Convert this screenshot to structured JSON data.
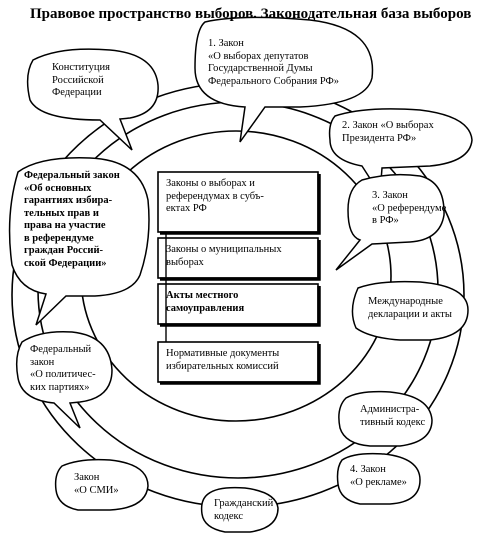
{
  "title": "Правовое пространство выборов. Законодательная база выборов",
  "callouts": {
    "constitution": "Конституция\nРоссийской\nФедерации",
    "law_president_duma": "1. Закон\n«О выборах депутатов\nГосударственной Думы\nФедерального Собрания РФ»",
    "law_president": "2. Закон «О выборах\nПрезидента РФ»",
    "law_referendum": "3. Закон\n«О референдуме\nв РФ»",
    "international": "Международные\nдекларации и акты",
    "admin_code": "Администра-\nтивный кодекс",
    "law_advertising": "4. Закон\n«О рекламе»",
    "civil_code": "Гражданский\nкодекс",
    "law_media": "Закон\n«О СМИ»",
    "law_parties": "Федеральный\nзакон\n«О политичес-\nких партиях»",
    "federal_law_guarantees": "Федеральный закон\n«Об основных\nгарантиях избира-\nтельных прав и\nправа на участие\nв референдуме\nграждан Россий-\nской Федерации»"
  },
  "center_boxes": [
    "Законы о выборах и\nреферендумах в субъ-\nектах РФ",
    "Законы о муниципальных\nвыборах",
    "Акты местного\nсамоуправления",
    "Нормативные документы\nизбирательных комиссий"
  ]
}
